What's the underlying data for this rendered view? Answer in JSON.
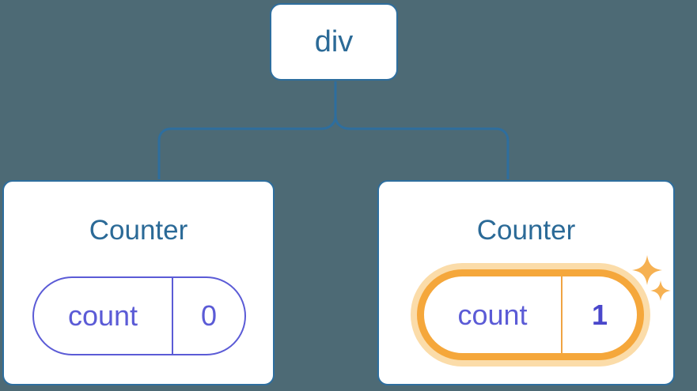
{
  "diagram": {
    "root": {
      "label": "div"
    },
    "children": [
      {
        "title": "Counter",
        "state": {
          "key": "count",
          "value": "0"
        },
        "highlighted": false
      },
      {
        "title": "Counter",
        "state": {
          "key": "count",
          "value": "1"
        },
        "highlighted": true,
        "icon": "sparkle-icon"
      }
    ],
    "colors": {
      "background": "#4D6A75",
      "line_blue": "#2E6E9E",
      "node_text_blue": "#2B6A97",
      "state_purple": "#5B5BD6",
      "value_bold_purple": "#4A47CB",
      "highlight_orange": "#F5A73B",
      "highlight_halo": "#FBDCA9",
      "highlight_divider": "#F0A443",
      "sparkle_orange": "#F6B152",
      "card_bg": "#FFFFFF"
    }
  }
}
